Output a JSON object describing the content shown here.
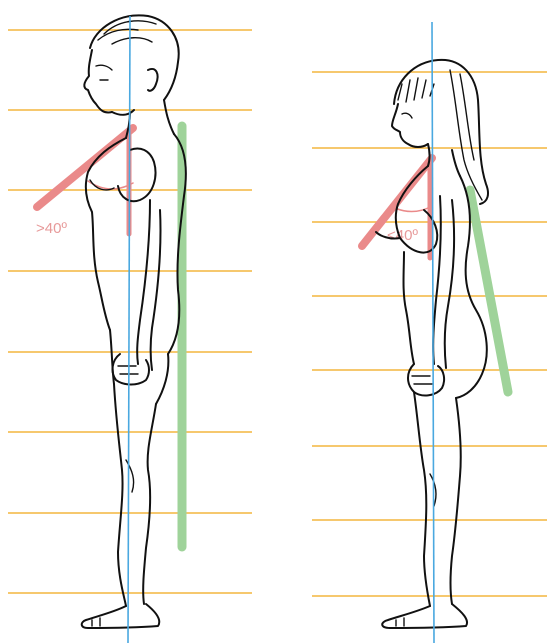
{
  "colors": {
    "guide_line": "#f4b63f",
    "center_axis": "#4aa8e0",
    "angle_marker": "#ea8a8a",
    "back_line": "#9fd39a",
    "ink": "#111111"
  },
  "panels": [
    {
      "figure": "male-profile",
      "angle_label": ">40º"
    },
    {
      "figure": "female-profile",
      "angle_label": "<40º"
    }
  ]
}
